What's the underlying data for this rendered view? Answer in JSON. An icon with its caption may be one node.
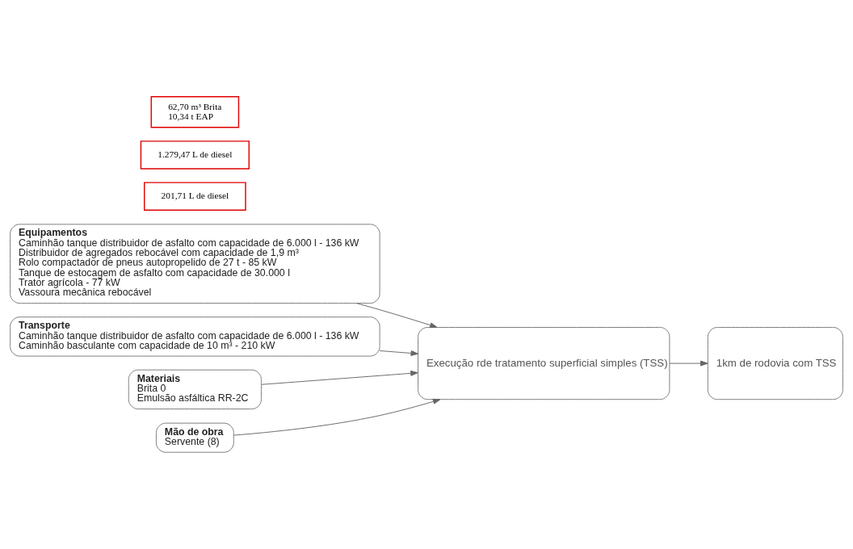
{
  "diagram": {
    "nodes": [
      {
        "text": [
          "Equipamentos",
          "Caminhão tanque distribuidor de asfalto com capacidade de 6.000 l - 136 kW",
          "Distribuidor de agregados rebocável com capacidade de 1,9 m³",
          "Rolo compactador de pneus autopropelido de 27 t - 85 kW",
          "Tanque de estocagem de asfalto com capacidade de 30.000 l",
          "Trator agrícola - 77 kW",
          "Vassoura mecânica rebocável"
        ]
      },
      {
        "text": [
          "201,71 L de diesel"
        ]
      },
      {
        "text": [
          "Transporte",
          "Caminhão tanque distribuidor de asfalto com capacidade de 6.000 l - 136 kW",
          "Caminhão basculante com capacidade de 10 m³ - 210 kW"
        ]
      },
      {
        "text": [
          "1.279,47 L de diesel"
        ]
      },
      {
        "text": [
          "Materiais",
          "Brita 0",
          "Emulsão asfáltica RR-2C"
        ]
      },
      {
        "text": [
          "Execução rde tratamento superficial simples (TSS)"
        ]
      },
      {
        "text": [
          "1km de rodovia com TSS"
        ]
      },
      {
        "text": [
          "62,70 m³ Brita",
          "10,34 t EAP"
        ]
      },
      {
        "text": [
          "Mão de obra",
          "Servente (8)"
        ]
      }
    ],
    "edges": [
      {
        "from": 0,
        "to": 5,
        "arrow": "to"
      },
      {
        "from": 2,
        "to": 5,
        "arrow": "to"
      },
      {
        "from": 4,
        "to": 5,
        "arrow": "to"
      },
      {
        "from": 8,
        "to": 5,
        "arrow": "to"
      },
      {
        "from": 5,
        "to": 6,
        "arrow": "to"
      }
    ]
  }
}
